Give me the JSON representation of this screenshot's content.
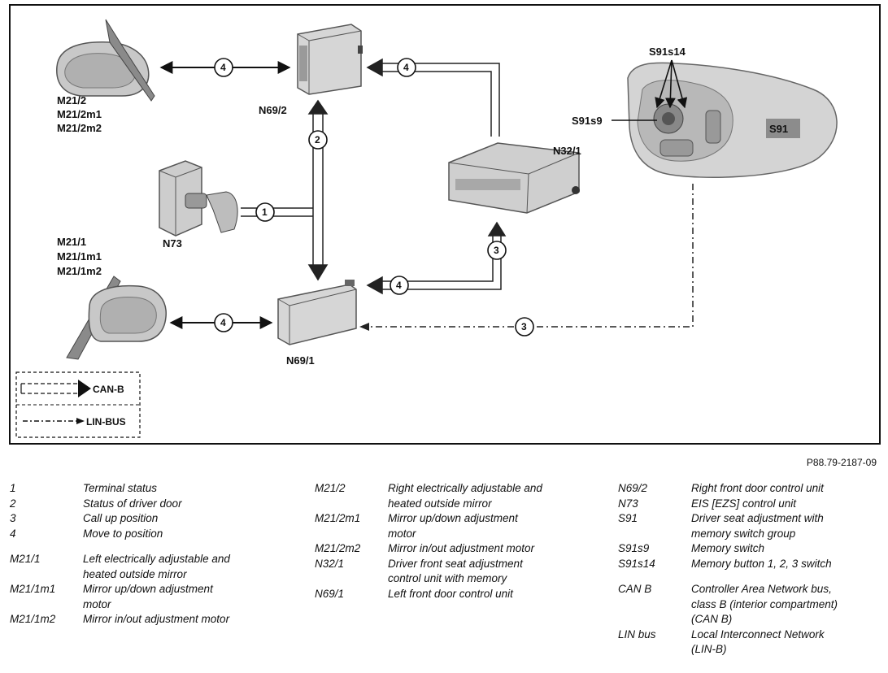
{
  "reference": "P88.79-2187-09",
  "labels": {
    "m21_2": "M21/2",
    "m21_2m1": "M21/2m1",
    "m21_2m2": "M21/2m2",
    "n69_2": "N69/2",
    "n32_1": "N32/1",
    "s91s14": "S91s14",
    "s91s9": "S91s9",
    "s91": "S91",
    "n73": "N73",
    "m21_1": "M21/1",
    "m21_1m1": "M21/1m1",
    "m21_1m2": "M21/1m2",
    "n69_1": "N69/1"
  },
  "markers": {
    "m1": "1",
    "m2": "2",
    "m3": "3",
    "m4": "4"
  },
  "legend_box": {
    "can": "CAN-B",
    "lin": "LIN-BUS"
  },
  "legend": {
    "col1_group1": [
      {
        "key": "1",
        "value": "Terminal status"
      },
      {
        "key": "2",
        "value": "Status of driver door"
      },
      {
        "key": "3",
        "value": "Call up position"
      },
      {
        "key": "4",
        "value": "Move to position"
      }
    ],
    "col1_group2": [
      {
        "key": "M21/1",
        "value": "Left electrically adjustable and",
        "value2": "heated outside mirror"
      },
      {
        "key": "M21/1m1",
        "value": "Mirror up/down adjustment",
        "value2": "motor"
      },
      {
        "key": "M21/1m2",
        "value": "Mirror in/out adjustment motor"
      }
    ],
    "col2": [
      {
        "key": "M21/2",
        "value": "Right electrically adjustable and",
        "value2": "heated outside mirror"
      },
      {
        "key": "M21/2m1",
        "value": "Mirror up/down adjustment",
        "value2": "motor"
      },
      {
        "key": "M21/2m2",
        "value": "Mirror in/out adjustment motor"
      },
      {
        "key": "N32/1",
        "value": "Driver front seat adjustment",
        "value2": "control unit with memory"
      },
      {
        "key": "N69/1",
        "value": "Left front door control unit"
      }
    ],
    "col3_group1": [
      {
        "key": "N69/2",
        "value": "Right front door control unit"
      },
      {
        "key": "N73",
        "value": "EIS [EZS] control unit"
      },
      {
        "key": "S91",
        "value": "Driver seat adjustment with",
        "value2": "memory switch group"
      },
      {
        "key": "S91s9",
        "value": "Memory switch"
      },
      {
        "key": "S91s14",
        "value": "Memory button 1, 2, 3 switch"
      }
    ],
    "col3_group2": [
      {
        "key": "CAN B",
        "value": "Controller Area Network bus,",
        "value2": "class B (interior compartment)",
        "value3": "(CAN B)"
      },
      {
        "key": "LIN bus",
        "value": "Local Interconnect Network",
        "value2": "(LIN-B)"
      }
    ]
  }
}
